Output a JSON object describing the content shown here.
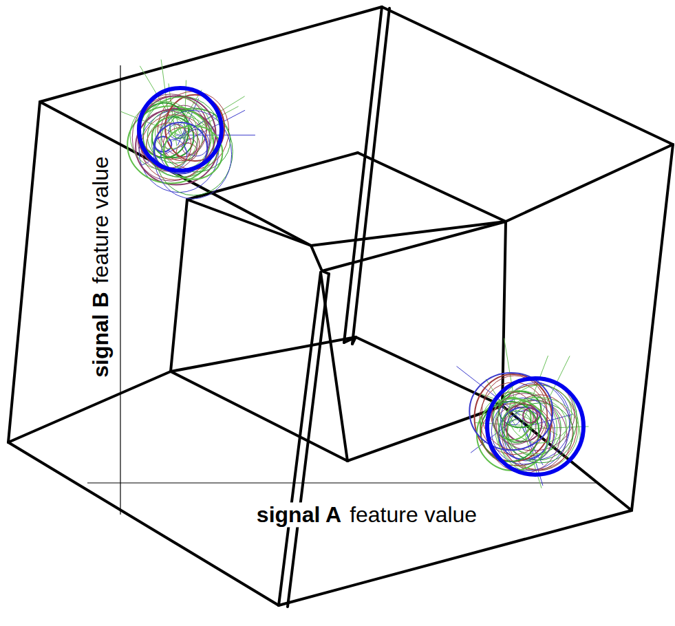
{
  "diagram": {
    "labels": [
      "signal A",
      "feature value",
      "signal B",
      "feature value"
    ]
  }
}
